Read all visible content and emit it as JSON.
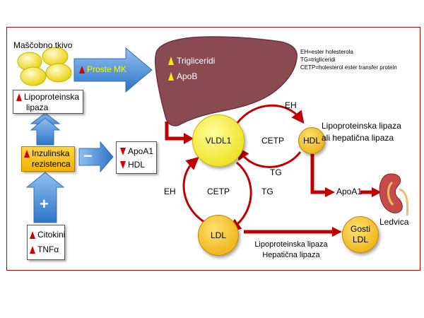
{
  "legend": {
    "eh": "EH=ester holesterola",
    "tg": "TG=trigliceridi",
    "cetp": "CETP=holesterol ester transfer protein"
  },
  "adipose": {
    "label": "Maščobno tkivo"
  },
  "proste_mk": "Proste MK",
  "liver": {
    "line1": "Trigliceridi",
    "line2": "ApoB"
  },
  "lipase_box": {
    "line1": "Lipoproteinska",
    "line2": "lipaza"
  },
  "insulin_box": {
    "line1": "Inzulinska",
    "line2": "rezistenca"
  },
  "apo_box": {
    "line1": "ApoA1",
    "line2": "HDL"
  },
  "cytokine_box": {
    "line1": "Citokini",
    "line2": "TNFα"
  },
  "minus": "−",
  "plus": "+",
  "vldl": "VLDL1",
  "hdl": "HDL",
  "ldl": "LDL",
  "dense_ldl": {
    "line1": "Gosti",
    "line2": "LDL"
  },
  "top_cycle": {
    "eh": "EH",
    "cetp": "CETP",
    "tg": "TG"
  },
  "bottom_cycle": {
    "eh": "EH",
    "cetp": "CETP",
    "tg": "TG"
  },
  "hdl_lipase": {
    "line1": "Lipoproteinska lipaza",
    "line2": "ali hepatična lipaza"
  },
  "apoa1_right": "ApoA1",
  "kidney": "Ledvica",
  "ldl_lipase": {
    "line1": "Lipoproteinska lipaza",
    "line2": "Hepatična lipaza"
  },
  "colors": {
    "frame": "#c00000",
    "blue_arrow": "#4a8fd6",
    "red_arrow": "#c00000",
    "liver": "#8a4a52",
    "vldl": "#f3ee1e",
    "hdl": "#f5c400",
    "ldl": "#f0b000"
  }
}
